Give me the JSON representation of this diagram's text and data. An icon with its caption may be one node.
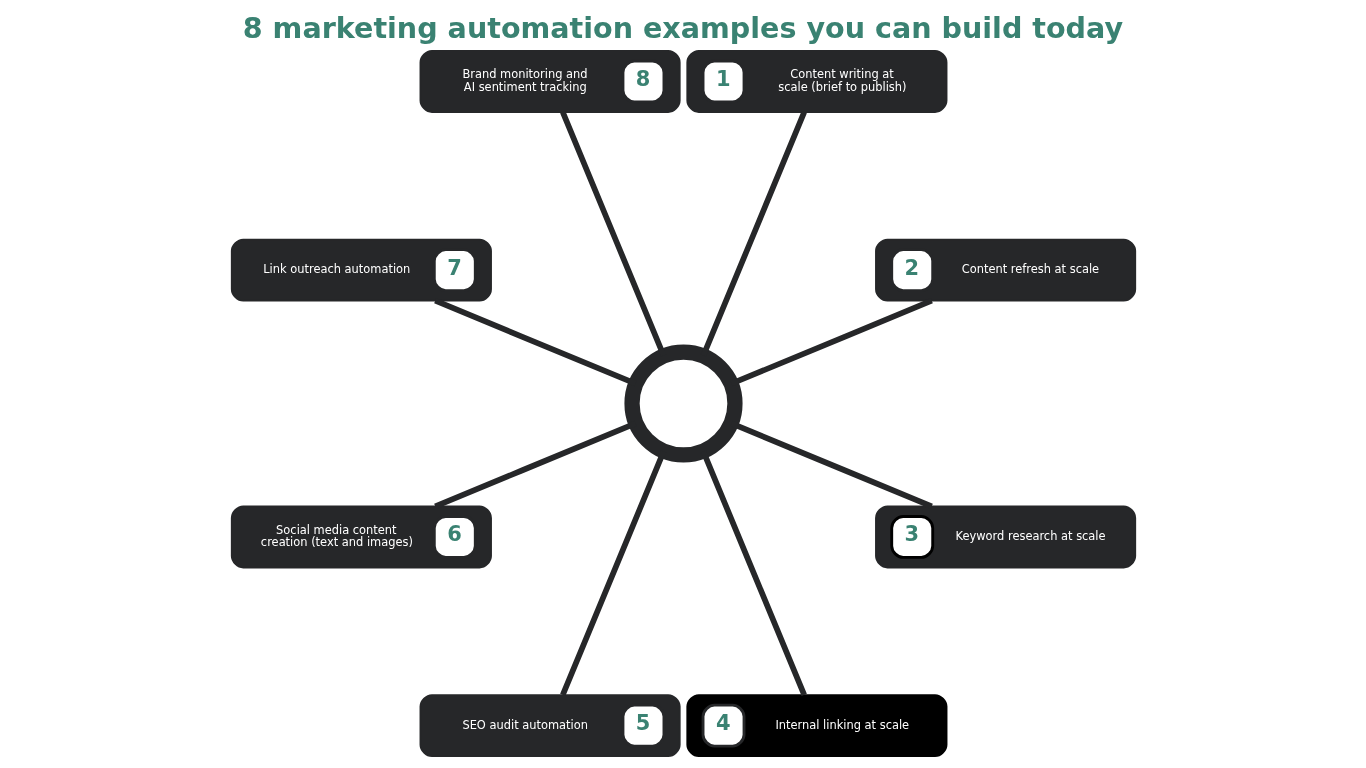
{
  "diagram": {
    "title": "8 marketing automation examples you can build today",
    "nodes": [
      {
        "text": [],
        "shape": "circle"
      },
      {
        "text": [
          "1",
          "Content writing at scale (brief to publish)"
        ]
      },
      {
        "text": [
          "2",
          "Content refresh at scale"
        ]
      },
      {
        "text": [
          "3",
          "Keyword research at scale"
        ]
      },
      {
        "text": [
          "4",
          "Internal linking at scale"
        ]
      },
      {
        "text": [
          "SEO audit automation",
          "5"
        ]
      },
      {
        "text": [
          "Social media content creation (text and images)",
          "6"
        ]
      },
      {
        "text": [
          "Link outreach automation",
          "7"
        ]
      },
      {
        "text": [
          "Brand monitoring and AI sentiment tracking",
          "8"
        ]
      }
    ],
    "edges": [
      {
        "from": 0,
        "to": 1,
        "arrow": "none"
      },
      {
        "from": 0,
        "to": 2,
        "arrow": "none"
      },
      {
        "from": 0,
        "to": 3,
        "arrow": "none"
      },
      {
        "from": 0,
        "to": 4,
        "arrow": "none"
      },
      {
        "from": 0,
        "to": 5,
        "arrow": "none"
      },
      {
        "from": 0,
        "to": 6,
        "arrow": "none"
      },
      {
        "from": 0,
        "to": 7,
        "arrow": "none"
      },
      {
        "from": 0,
        "to": 8,
        "arrow": "none"
      }
    ]
  }
}
